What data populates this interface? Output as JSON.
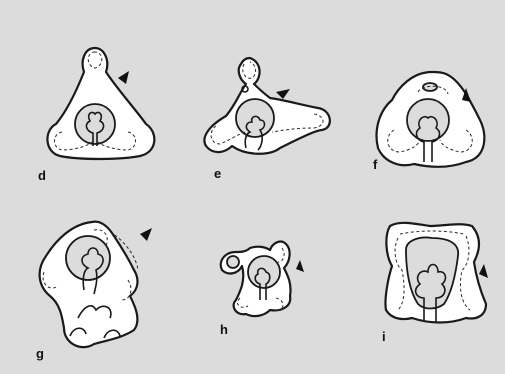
{
  "figure": {
    "background_color": "#dcdcdc",
    "panels": [
      {
        "id": "d",
        "label": "d"
      },
      {
        "id": "e",
        "label": "e"
      },
      {
        "id": "f",
        "label": "f"
      },
      {
        "id": "g",
        "label": "g"
      },
      {
        "id": "h",
        "label": "h"
      },
      {
        "id": "i",
        "label": "i"
      }
    ]
  }
}
